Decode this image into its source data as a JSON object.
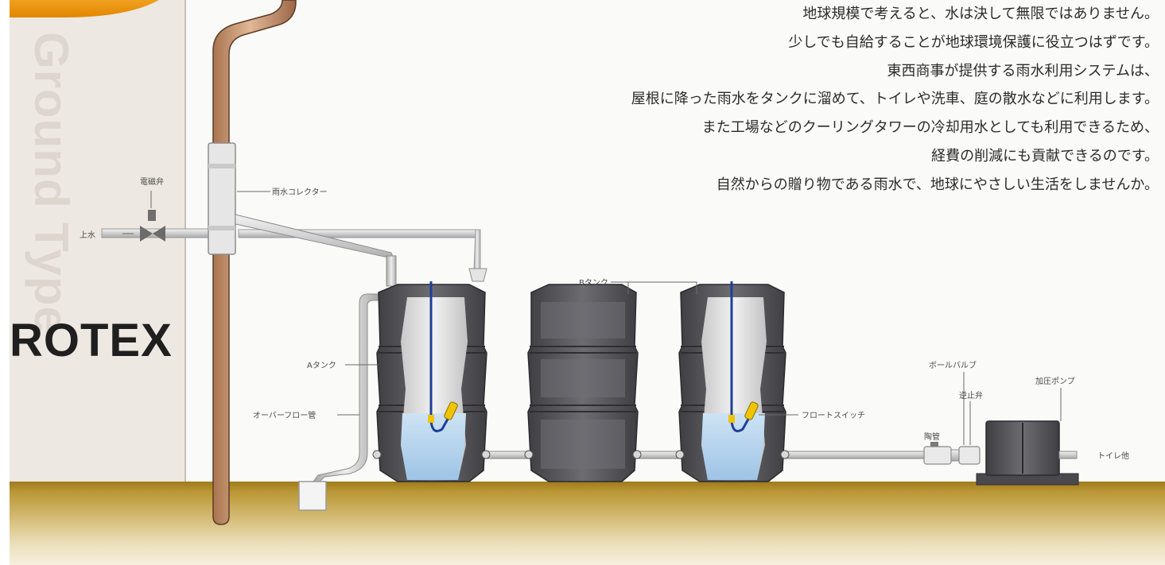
{
  "intro_lines": [
    "地球規模で考えると、水は決して無限ではありません。",
    "少しでも自給することが地球環境保護に役立つはずです。",
    "東西商事が提供する雨水利用システムは、",
    "屋根に降った雨水をタンクに溜めて、トイレや洗車、庭の散水などに利用します。",
    "また工場などのクーリングタワーの冷却用水としても利用できるため、",
    "経費の削減にも貢献できるのです。",
    "自然からの贈り物である雨水で、地球にやさしい生活をしませんか。"
  ],
  "vertical_caption": "Ground Type",
  "logo": "ROTEX",
  "labels": {
    "solenoid_valve": "電磁弁",
    "tap_water": "上水",
    "rain_collector": "雨水コレクター",
    "tank_a": "Aタンク",
    "overflow_pipe": "オーバーフロー管",
    "tank_b": "Bタンク",
    "float_switch": "フロートスイッチ",
    "ball_valve": "ボールバルブ",
    "check_valve": "逆止弁",
    "pressure_pump": "加圧ポンプ",
    "to_toilet": "トイレ他",
    "drain": "陶管"
  },
  "colors": {
    "wall": "#ede8e1",
    "downpipe": "#c99a76",
    "tank": "#5a5a5e",
    "water": "#b9d6ee",
    "ground": "#b99733"
  }
}
